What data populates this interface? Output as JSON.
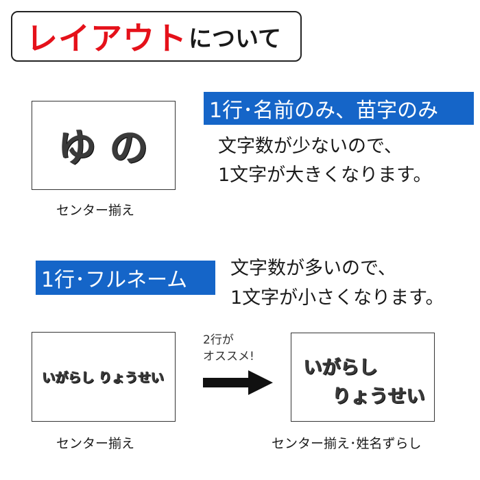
{
  "header": {
    "title_red": "レイアウト",
    "title_dark": "について"
  },
  "section1": {
    "label": "1行･名前のみ、苗字のみ",
    "desc_line1": "文字数が少ないので、",
    "desc_line2": "1文字が大きくなります。",
    "sample_text": "ゆ の",
    "caption": "センター揃え"
  },
  "section2": {
    "label": "1行･フルネーム",
    "desc_line1": "文字数が多いので、",
    "desc_line2": "1文字が小さくなります。",
    "sample_left_text": "いがらし りょうせい",
    "caption_left": "センター揃え",
    "arrow_note_line1": "2行が",
    "arrow_note_line2": "オススメ!",
    "sample_right_line1": "いがらし",
    "sample_right_line2": "りょうせい",
    "caption_right": "センター揃え･姓名ずらし"
  },
  "colors": {
    "accent_red": "#e5111a",
    "label_blue": "#1565c8"
  },
  "icons": {
    "arrow": "arrow-right-icon"
  }
}
